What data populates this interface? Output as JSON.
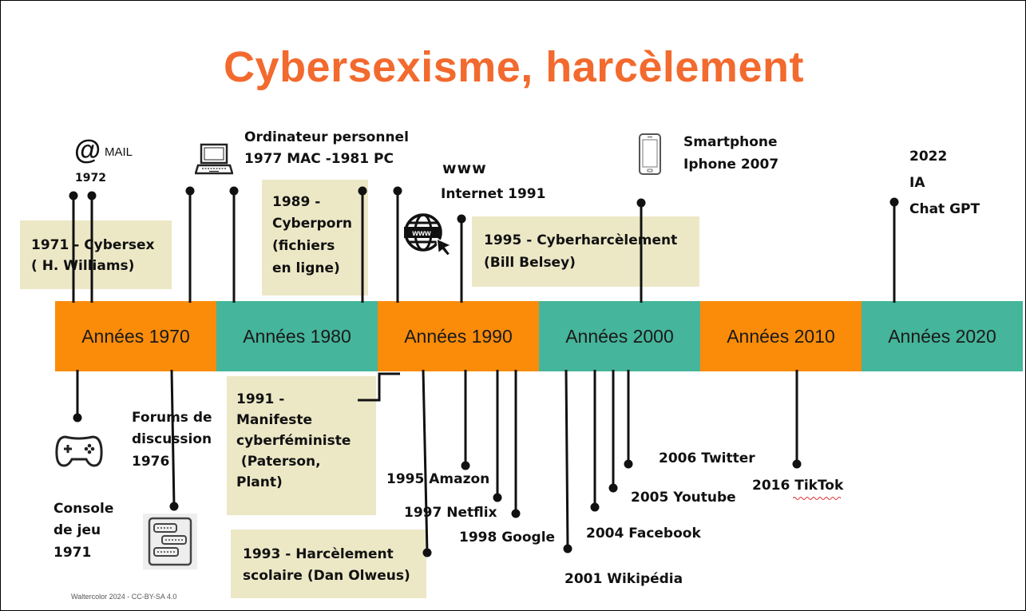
{
  "title": "Cybersexisme, harcèlement",
  "credit": "Walter​color 2024 - CC-BY-SA 4.0",
  "colors": {
    "title": "#f26a2e",
    "orange": "#fa8c0a",
    "teal": "#45b59b",
    "box": "#ece8c6",
    "line": "#111111"
  },
  "decades": [
    {
      "label": "Années 1970",
      "color": "orange"
    },
    {
      "label": "Années 1980",
      "color": "teal"
    },
    {
      "label": "Années 1990",
      "color": "orange"
    },
    {
      "label": "Années 2000",
      "color": "teal"
    },
    {
      "label": "Années 2010",
      "color": "orange"
    },
    {
      "label": "Années 2020",
      "color": "teal"
    }
  ],
  "above": {
    "mail": {
      "label": "MAIL",
      "year": "1972",
      "at": "@"
    },
    "ordinateur": {
      "line1": "Ordinateur personnel",
      "line2": "1977 MAC -1981 PC"
    },
    "internet": {
      "line1": "www",
      "line2": "Internet 1991"
    },
    "smartphone": {
      "line1": "Smartphone",
      "line2": "Iphone 2007"
    },
    "ia": {
      "line1": "2022",
      "line2": "IA",
      "line3": "Chat GPT"
    }
  },
  "boxes_above": {
    "cybersex": {
      "line1": "1971 - Cybersex",
      "line2": "( H. Williams)"
    },
    "cyberporn": {
      "line1": "1989 -",
      "line2": "Cyberporn",
      "line3": "(fichiers",
      "line4": "en ligne)"
    },
    "cyberharcelement": {
      "line1": "1995 - Cyberharcèlement",
      "line2": "(Bill Belsey)"
    }
  },
  "boxes_below": {
    "manifeste": {
      "line1": "1991 -",
      "line2": "Manifeste",
      "line3": "cyberféministe",
      "line4": " (Paterson,",
      "line5": "Plant)"
    },
    "harcelement": {
      "line1": "1993 - Harcèlement",
      "line2": "scolaire (Dan Olweus)"
    }
  },
  "below": {
    "console": {
      "line1": "Console",
      "line2": "de jeu",
      "line3": "1971"
    },
    "forums": {
      "line1": "Forums de",
      "line2": "discussion",
      "line3": "1976"
    },
    "amazon": "1995 Amazon",
    "netflix": "1997 Netflix",
    "google": "1998 Google",
    "wikipedia": "2001 Wikipédia",
    "facebook": "2004 Facebook",
    "youtube": "2005 Youtube",
    "twitter": "2006 Twitter",
    "tiktok": "2016 TikTok"
  },
  "icons": [
    "at-sign-icon",
    "laptop-icon",
    "globe-www-icon",
    "smartphone-icon",
    "gamepad-icon",
    "chat-forum-icon"
  ]
}
